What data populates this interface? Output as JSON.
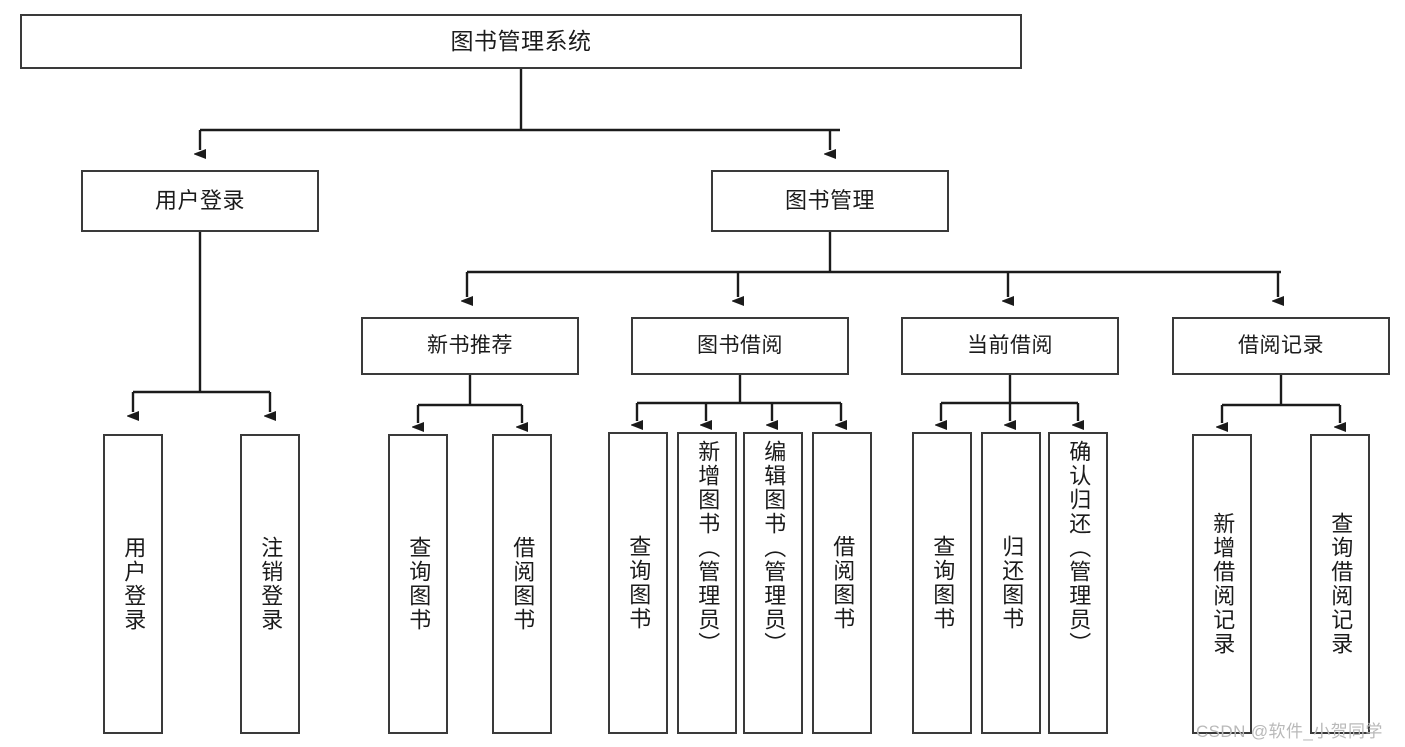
{
  "diagram": {
    "title": "图书管理系统",
    "type": "tree-hierarchy-diagram",
    "colors": {
      "box_border": "#3a3a3a",
      "box_fill": "#ffffff",
      "connector": "#1b1b1b",
      "background": "#ffffff",
      "watermark": "#b9b9b9"
    },
    "root": {
      "label": "图书管理系统"
    },
    "level1": [
      {
        "label": "用户登录"
      },
      {
        "label": "图书管理"
      }
    ],
    "level2": [
      {
        "label": "新书推荐"
      },
      {
        "label": "图书借阅"
      },
      {
        "label": "当前借阅"
      },
      {
        "label": "借阅记录"
      }
    ],
    "leaves": {
      "user_login": [
        {
          "label": "用户登录",
          "align": "middle"
        },
        {
          "label": "注销登录",
          "align": "middle"
        }
      ],
      "new_book_recommend": [
        {
          "label": "查询图书",
          "align": "middle"
        },
        {
          "label": "借阅图书",
          "align": "middle"
        }
      ],
      "book_borrow": [
        {
          "label": "查询图书",
          "align": "middle"
        },
        {
          "label": "新增图书（管理员）",
          "align": "top"
        },
        {
          "label": "编辑图书（管理员）",
          "align": "top"
        },
        {
          "label": "借阅图书",
          "align": "middle"
        }
      ],
      "current_borrow": [
        {
          "label": "查询图书",
          "align": "middle"
        },
        {
          "label": "归还图书",
          "align": "middle"
        },
        {
          "label": "确认归还（管理员）",
          "align": "top"
        }
      ],
      "borrow_record": [
        {
          "label": "新增借阅记录",
          "align": "middle"
        },
        {
          "label": "查询借阅记录",
          "align": "middle"
        }
      ]
    },
    "watermark": "CSDN @软件_小贺同学"
  }
}
